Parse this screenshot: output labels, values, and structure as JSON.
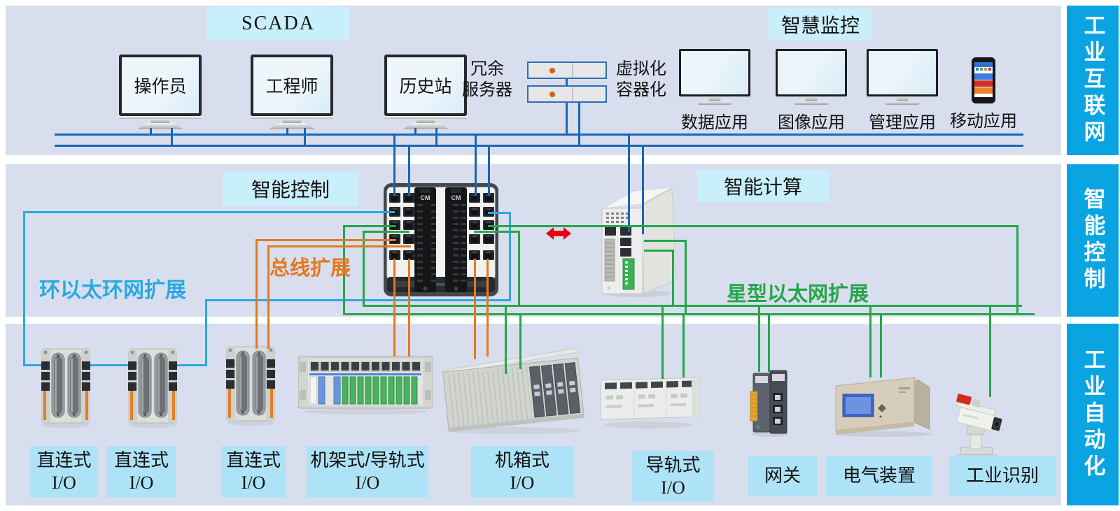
{
  "sidebar": {
    "items": [
      {
        "label": "工业互联网"
      },
      {
        "label": "智能控制"
      },
      {
        "label": "工业自动化"
      }
    ]
  },
  "top": {
    "scada_label": "SCADA",
    "monitors": [
      {
        "label": "操作员"
      },
      {
        "label": "工程师"
      },
      {
        "label": "历史站"
      }
    ],
    "redundant_server": {
      "line1": "冗余",
      "line2": "服务器"
    },
    "virtualization": {
      "line1": "虚拟化",
      "line2": "容器化"
    },
    "smart_monitoring_label": "智慧监控",
    "applications": [
      {
        "label": "数据应用"
      },
      {
        "label": "图像应用"
      },
      {
        "label": "管理应用"
      },
      {
        "label": "移动应用"
      }
    ]
  },
  "middle": {
    "control_label": "智能控制",
    "computing_label": "智能计算",
    "controller_module_label": "CM",
    "ring_expansion_label": "环以太环网扩展",
    "bus_expansion_label": "总线扩展",
    "star_expansion_label": "星型以太网扩展"
  },
  "bottom": {
    "device_labels": [
      {
        "name": "直连式",
        "io": "I/O"
      },
      {
        "name": "直连式",
        "io": "I/O"
      },
      {
        "name": "直连式",
        "io": "I/O"
      },
      {
        "name": "机架式/导轨式",
        "io": "I/O"
      },
      {
        "name": "机箱式",
        "io": "I/O"
      },
      {
        "name": "导轨式",
        "io": "I/O"
      },
      {
        "name": "网关"
      },
      {
        "name": "电气装置"
      },
      {
        "name": "工业识别"
      }
    ]
  },
  "colors": {
    "band_bg": "#d8deee",
    "sidebar": "#0aa4e2",
    "box_cyan": "#c9effb",
    "box_cyan_deep": "#aee3f7",
    "line_blue": "#1966b4",
    "line_cyan": "#2aa9e1",
    "line_green": "#25a64a",
    "line_orange": "#e5781e",
    "red": "#e60012",
    "screen": "#d9ecf8"
  }
}
